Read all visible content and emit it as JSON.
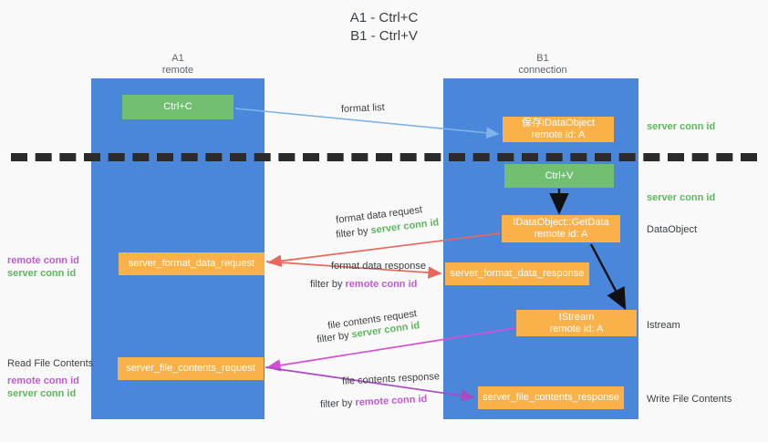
{
  "title": {
    "line1": "A1 - Ctrl+C",
    "line2": "B1 - Ctrl+V"
  },
  "columns": [
    {
      "id": "a1",
      "name": "A1",
      "role": "remote"
    },
    {
      "id": "b1",
      "name": "B1",
      "role": "connection"
    }
  ],
  "headers": {
    "a1": "A1\nremote",
    "b1": "B1\nconnection"
  },
  "boxes": {
    "ctrl_c": "Ctrl+C",
    "idataobject": "保存IDataObject\nremote id: A",
    "ctrl_v": "Ctrl+V",
    "getdata": "IDataObject::GetData\nremote id: A",
    "format_data_request": "server_format_data_request",
    "format_data_response": "server_format_data_response",
    "istream": "IStream\nremote id: A",
    "file_contents_request": "server_file_contents_request",
    "file_contents_response": "server_file_contents_response"
  },
  "side_labels": {
    "server_conn_id_top": "server conn id",
    "server_conn_id_mid": "server conn id",
    "dataobject": "DataObject",
    "istream": "Istream",
    "write_file_contents": "Write File Contents",
    "read_file_contents": "Read File Contents",
    "remote_conn_id": "remote conn id",
    "server_conn_id": "server conn id"
  },
  "edge_labels": {
    "format_list": "format list",
    "format_data_request": "format data request",
    "filter_by": "filter by ",
    "server_conn_id": "server conn id",
    "format_data_response": "format data response",
    "remote_conn_id": "remote conn id",
    "file_contents_request": "file contents request",
    "file_contents_response": "file contents response"
  },
  "colors": {
    "lane_blue": "#4a86da",
    "box_green": "#73bf72",
    "box_orange": "#fbb14a",
    "green_text": "#5cb85c",
    "purple_text": "#c15ad6",
    "arrow_lightblue": "#7fb4e8",
    "arrow_red": "#e8685d",
    "arrow_magenta": "#d44fd4",
    "arrow_purple": "#a64bc4",
    "arrow_black": "#111111",
    "divider": "#2b2b2b",
    "background": "#f9f9f9"
  }
}
